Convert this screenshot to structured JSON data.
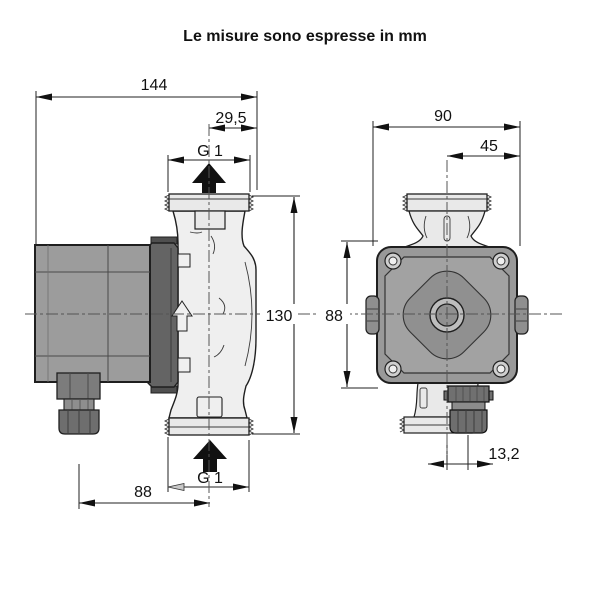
{
  "title": "Le misure sono espresse in mm",
  "units": "mm",
  "side_view": {
    "name": "pump side view",
    "dim_overall_length": "144",
    "dim_port_offset": "29,5",
    "dim_top_port_thread": "G 1",
    "dim_overall_height": "130",
    "dim_axis_to_cable_gland": "88",
    "dim_bottom_port_thread": "G 1"
  },
  "front_view": {
    "name": "pump front view",
    "dim_overall_width": "90",
    "dim_half_width": "45",
    "dim_body_height": "88",
    "dim_cable_gland_offset": "13,2"
  },
  "icons": {
    "flow_arrow_top": "flow-direction-up",
    "flow_arrow_bottom": "flow-direction-up",
    "flow_arrow_volute": "flow-direction-up"
  },
  "colors": {
    "line": "#1f1f1f",
    "motor_gray": "#9c9c9c",
    "dark_gray": "#646464",
    "volute_light": "#efefef",
    "flange_gray": "#e9e9e9",
    "front_body": "#999999",
    "centerline": "#555555",
    "arrow_black": "#111111"
  }
}
